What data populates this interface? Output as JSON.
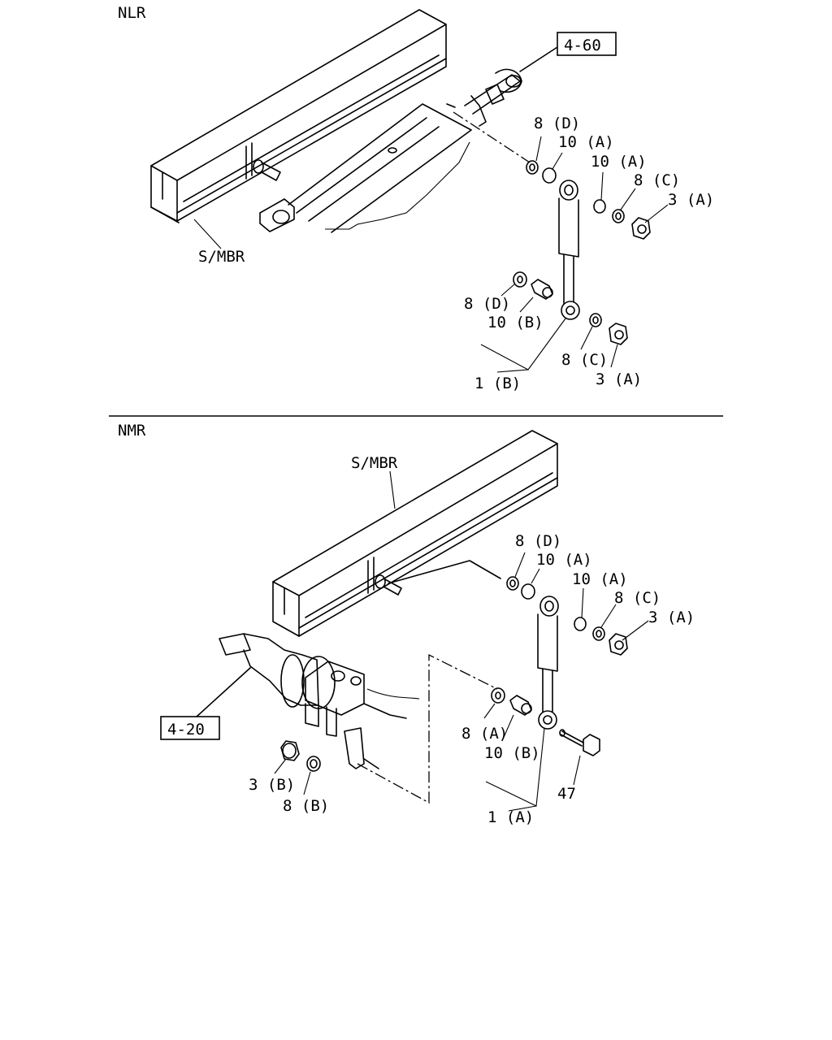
{
  "sections": {
    "top": {
      "title": "NLR"
    },
    "bottom": {
      "title": "NMR"
    }
  },
  "ref_boxes": {
    "top": "4-60",
    "bottom": "4-20"
  },
  "labels": {
    "top": {
      "smbr": "S/MBR",
      "p8d_upper": "8 (D)",
      "p10a_1": "10 (A)",
      "p10a_2": "10 (A)",
      "p8c_upper": "8 (C)",
      "p3a_upper": "3 (A)",
      "p8d_lower": "8 (D)",
      "p10b": "10 (B)",
      "p8c_lower": "8 (C)",
      "p3a_lower": "3 (A)",
      "p1b": "1 (B)"
    },
    "bottom": {
      "smbr": "S/MBR",
      "p8d": "8 (D)",
      "p10a_1": "10 (A)",
      "p10a_2": "10 (A)",
      "p8c": "8 (C)",
      "p3a": "3 (A)",
      "p8a": "8 (A)",
      "p10b": "10 (B)",
      "p47": "47",
      "p1a": "1 (A)",
      "p3b": "3 (B)",
      "p8b": "8 (B)"
    }
  }
}
